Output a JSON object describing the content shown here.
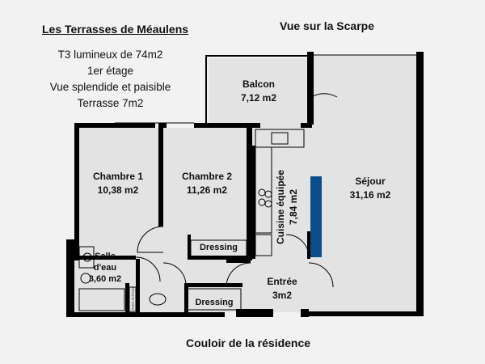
{
  "header": {
    "title": "Les Terrasses de Méaulens",
    "lines": [
      "T3 lumineux de 74m2",
      "1er étage",
      "Vue splendide et paisible",
      "Terrasse 7m2"
    ],
    "view": "Vue sur la Scarpe"
  },
  "footer": {
    "corridor": "Couloir de la résidence"
  },
  "rooms": {
    "balcon": {
      "name": "Balcon",
      "area": "7,12 m2"
    },
    "chambre1": {
      "name": "Chambre 1",
      "area": "10,38 m2"
    },
    "chambre2": {
      "name": "Chambre 2",
      "area": "11,26 m2"
    },
    "cuisine": {
      "name": "Cuisine équipée",
      "area": "7,84 m2"
    },
    "sejour": {
      "name": "Séjour",
      "area": "31,16 m2"
    },
    "salle_eau": {
      "name": "Salle",
      "name2": "d'eau",
      "area": "3,60 m2"
    },
    "entree": {
      "name": "Entrée",
      "area": "3m2"
    },
    "dressing1": {
      "name": "Dressing"
    },
    "dressing2": {
      "name": "Dressing"
    },
    "gaine": {
      "name": "Gaine technique"
    }
  },
  "colors": {
    "wall": "#000000",
    "room": "#e3e3e3",
    "accent": "#0b4f8a"
  }
}
